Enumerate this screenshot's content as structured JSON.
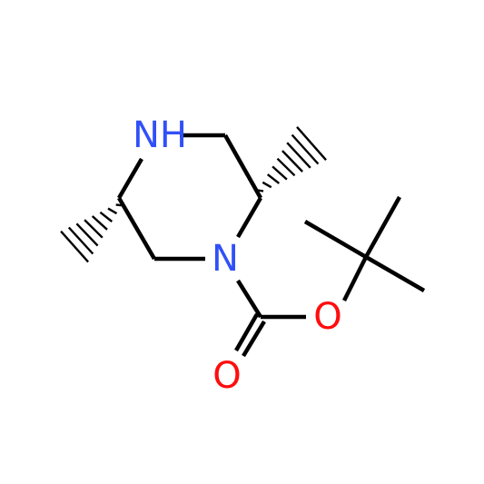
{
  "molecule": {
    "atoms": {
      "nh": {
        "label": "NH",
        "element": "N",
        "color": "#3050F8"
      },
      "n_boc": {
        "label": "N",
        "element": "N",
        "color": "#3050F8"
      },
      "o_ester": {
        "label": "O",
        "element": "O",
        "color": "#FF0D0D"
      },
      "o_carbonyl": {
        "label": "O",
        "element": "O",
        "color": "#FF0D0D"
      }
    },
    "colors": {
      "bond": "#000000",
      "background": "#ffffff"
    }
  }
}
